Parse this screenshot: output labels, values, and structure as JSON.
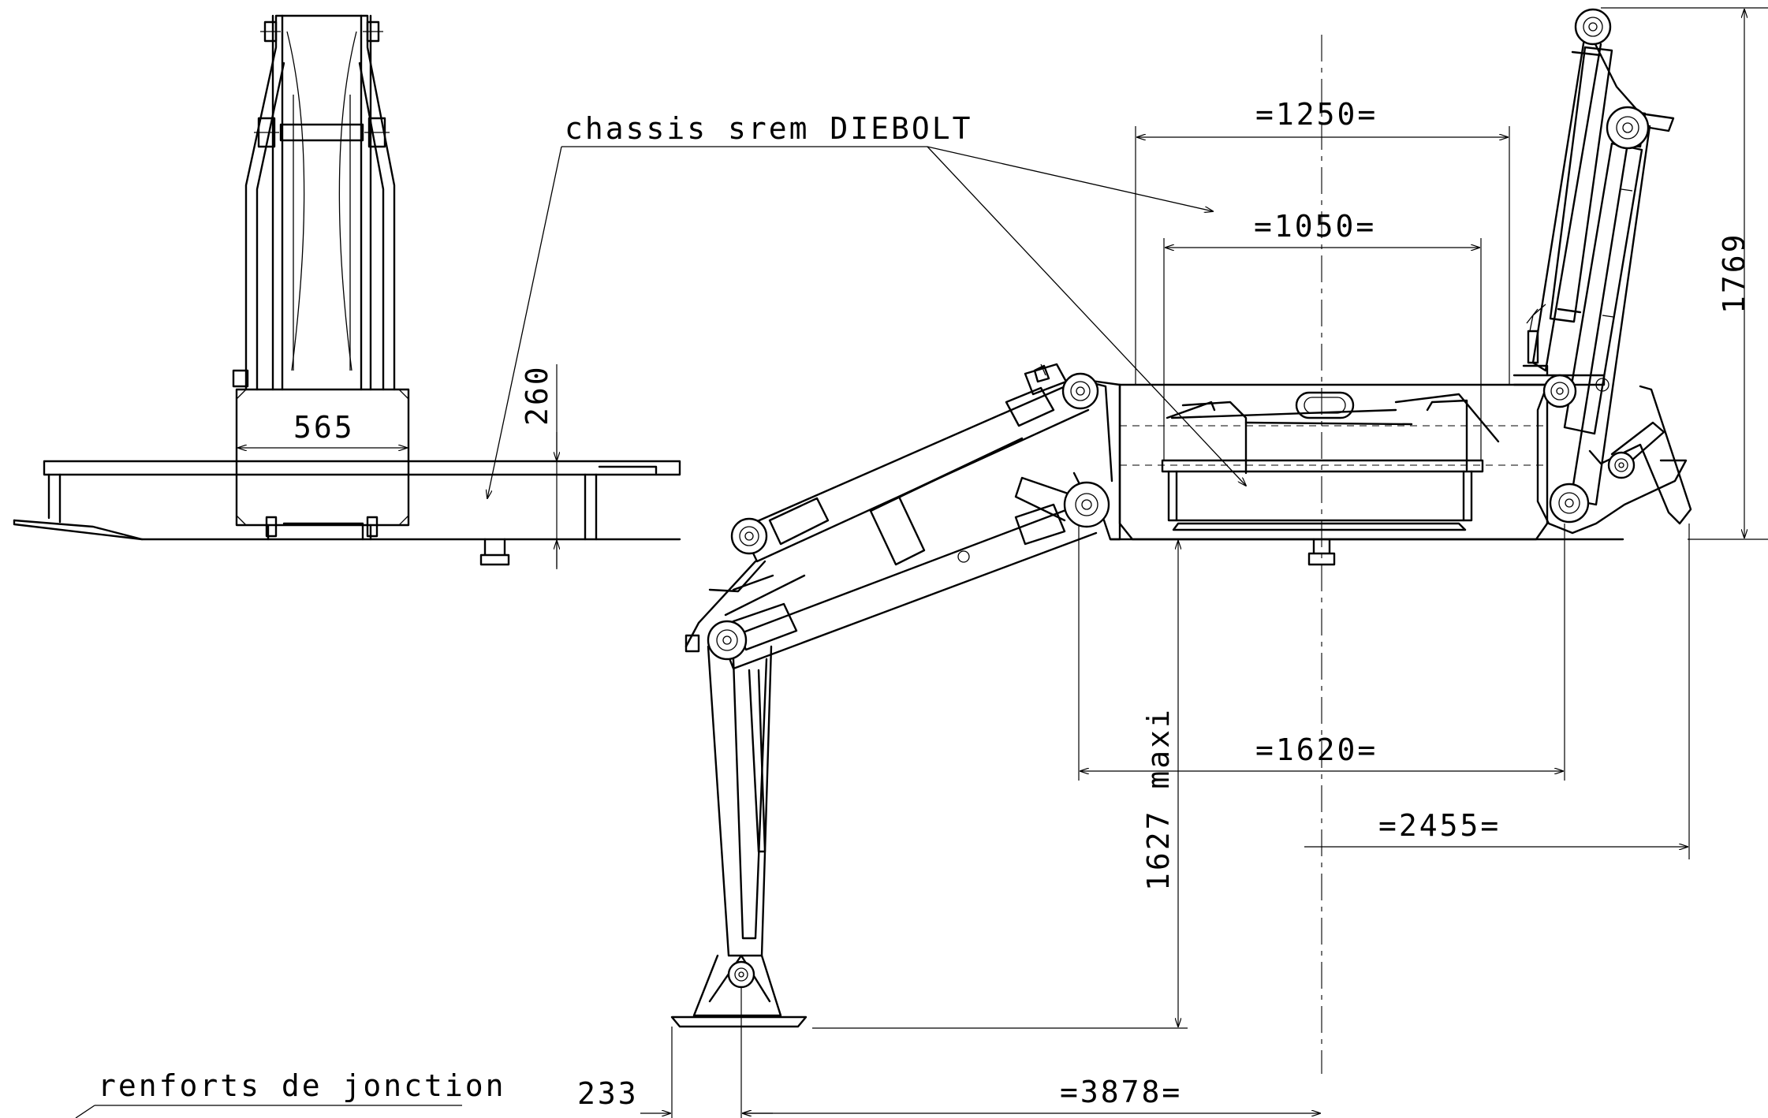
{
  "labels": {
    "chassis": "chassis srem DIEBOLT",
    "renforts": "renforts de jonction"
  },
  "dimensions": {
    "d565": "565",
    "d260": "260",
    "d1250": "=1250=",
    "d1050": "=1050=",
    "d1769": "1769",
    "d1620": "=1620=",
    "d2455": "=2455=",
    "d1627": "1627 maxi",
    "d233": "233",
    "d3878": "=3878="
  }
}
